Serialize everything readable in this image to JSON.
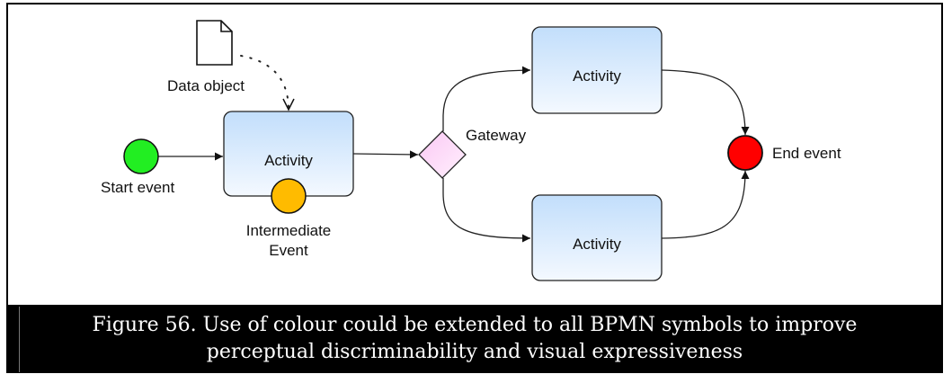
{
  "diagram": {
    "type": "BPMN process",
    "labels": {
      "start_event": "Start event",
      "data_object": "Data object",
      "activity_1": "Activity",
      "intermediate_event_line1": "Intermediate",
      "intermediate_event_line2": "Event",
      "gateway": "Gateway",
      "activity_2": "Activity",
      "activity_3": "Activity",
      "end_event": "End event"
    },
    "colors": {
      "start_event": "#22ee22",
      "intermediate_event": "#ffbb00",
      "end_event": "#ff0000",
      "gateway_fill": "#fcd6f7",
      "activity_top": "#c2defb",
      "activity_bottom": "#f4f9ff",
      "stroke": "#222222"
    },
    "nodes": [
      {
        "id": "start",
        "kind": "start-event"
      },
      {
        "id": "data",
        "kind": "data-object"
      },
      {
        "id": "act1",
        "kind": "activity"
      },
      {
        "id": "inter",
        "kind": "intermediate-event",
        "attached_to": "act1"
      },
      {
        "id": "gw",
        "kind": "gateway"
      },
      {
        "id": "act2",
        "kind": "activity"
      },
      {
        "id": "act3",
        "kind": "activity"
      },
      {
        "id": "end",
        "kind": "end-event"
      }
    ],
    "edges": [
      {
        "from": "start",
        "to": "act1",
        "style": "sequence"
      },
      {
        "from": "data",
        "to": "act1",
        "style": "association-dotted"
      },
      {
        "from": "act1",
        "to": "gw",
        "style": "sequence"
      },
      {
        "from": "gw",
        "to": "act2",
        "style": "sequence"
      },
      {
        "from": "gw",
        "to": "act3",
        "style": "sequence"
      },
      {
        "from": "act2",
        "to": "end",
        "style": "sequence"
      },
      {
        "from": "act3",
        "to": "end",
        "style": "sequence"
      }
    ]
  },
  "caption": {
    "line1": "Figure 56. Use of colour could be extended to all BPMN symbols to improve",
    "line2": "perceptual discriminability and visual expressiveness"
  }
}
